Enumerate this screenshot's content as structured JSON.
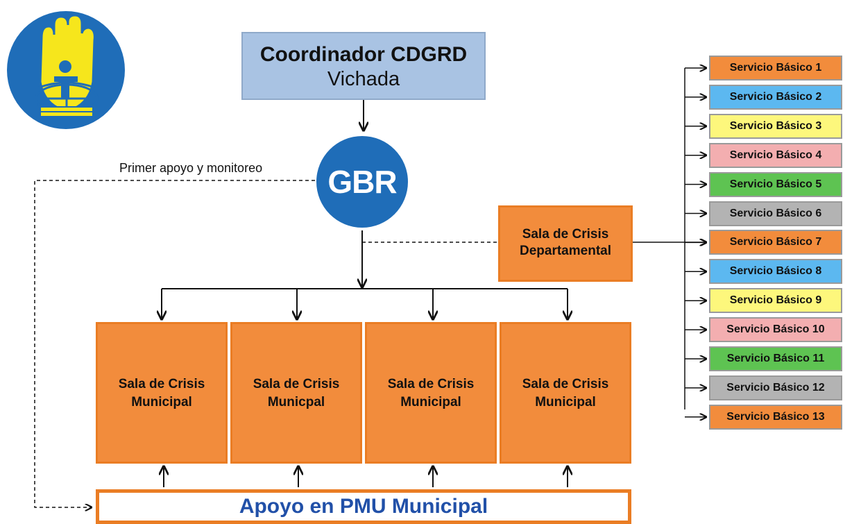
{
  "coordinator": {
    "title": "Coordinador CDGRD",
    "subtitle": "Vichada"
  },
  "gbr": {
    "label": "GBR"
  },
  "monitoring_label": "Primer apoyo y monitoreo",
  "departmental_room": {
    "line1": "Sala de Crisis",
    "line2": "Departamental"
  },
  "municipal_rooms": [
    {
      "line1": "Sala de Crisis",
      "line2": "Municipal"
    },
    {
      "line1": "Sala de Crisis",
      "line2": "Municpal"
    },
    {
      "line1": "Sala de Crisis",
      "line2": "Municipal"
    },
    {
      "line1": "Sala de Crisis",
      "line2": "Municipal"
    }
  ],
  "pmu_support": "Apoyo en PMU Municipal",
  "basic_services": [
    {
      "label": "Servicio Básico 1",
      "color": "#f28c3c"
    },
    {
      "label": "Servicio Básico 2",
      "color": "#5cb8f0"
    },
    {
      "label": "Servicio Básico 3",
      "color": "#fdf77c"
    },
    {
      "label": "Servicio Básico 4",
      "color": "#f3aeb0"
    },
    {
      "label": "Servicio Básico 5",
      "color": "#5ec352"
    },
    {
      "label": "Servicio Básico 6",
      "color": "#b3b3b3"
    },
    {
      "label": "Servicio Básico 7",
      "color": "#f28c3c"
    },
    {
      "label": "Servicio Básico 8",
      "color": "#5cb8f0"
    },
    {
      "label": "Servicio Básico 9",
      "color": "#fdf77c"
    },
    {
      "label": "Servicio Básico 10",
      "color": "#f3aeb0"
    },
    {
      "label": "Servicio Básico 11",
      "color": "#5ec352"
    },
    {
      "label": "Servicio Básico 12",
      "color": "#b3b3b3"
    },
    {
      "label": "Servicio Básico 13",
      "color": "#f28c3c"
    }
  ],
  "colors": {
    "logo_blue": "#1f6db8",
    "logo_yellow": "#f6e61c",
    "gbr_blue": "#1f6db8",
    "orange": "#f28c3c",
    "pmu_text": "#2150a8"
  }
}
